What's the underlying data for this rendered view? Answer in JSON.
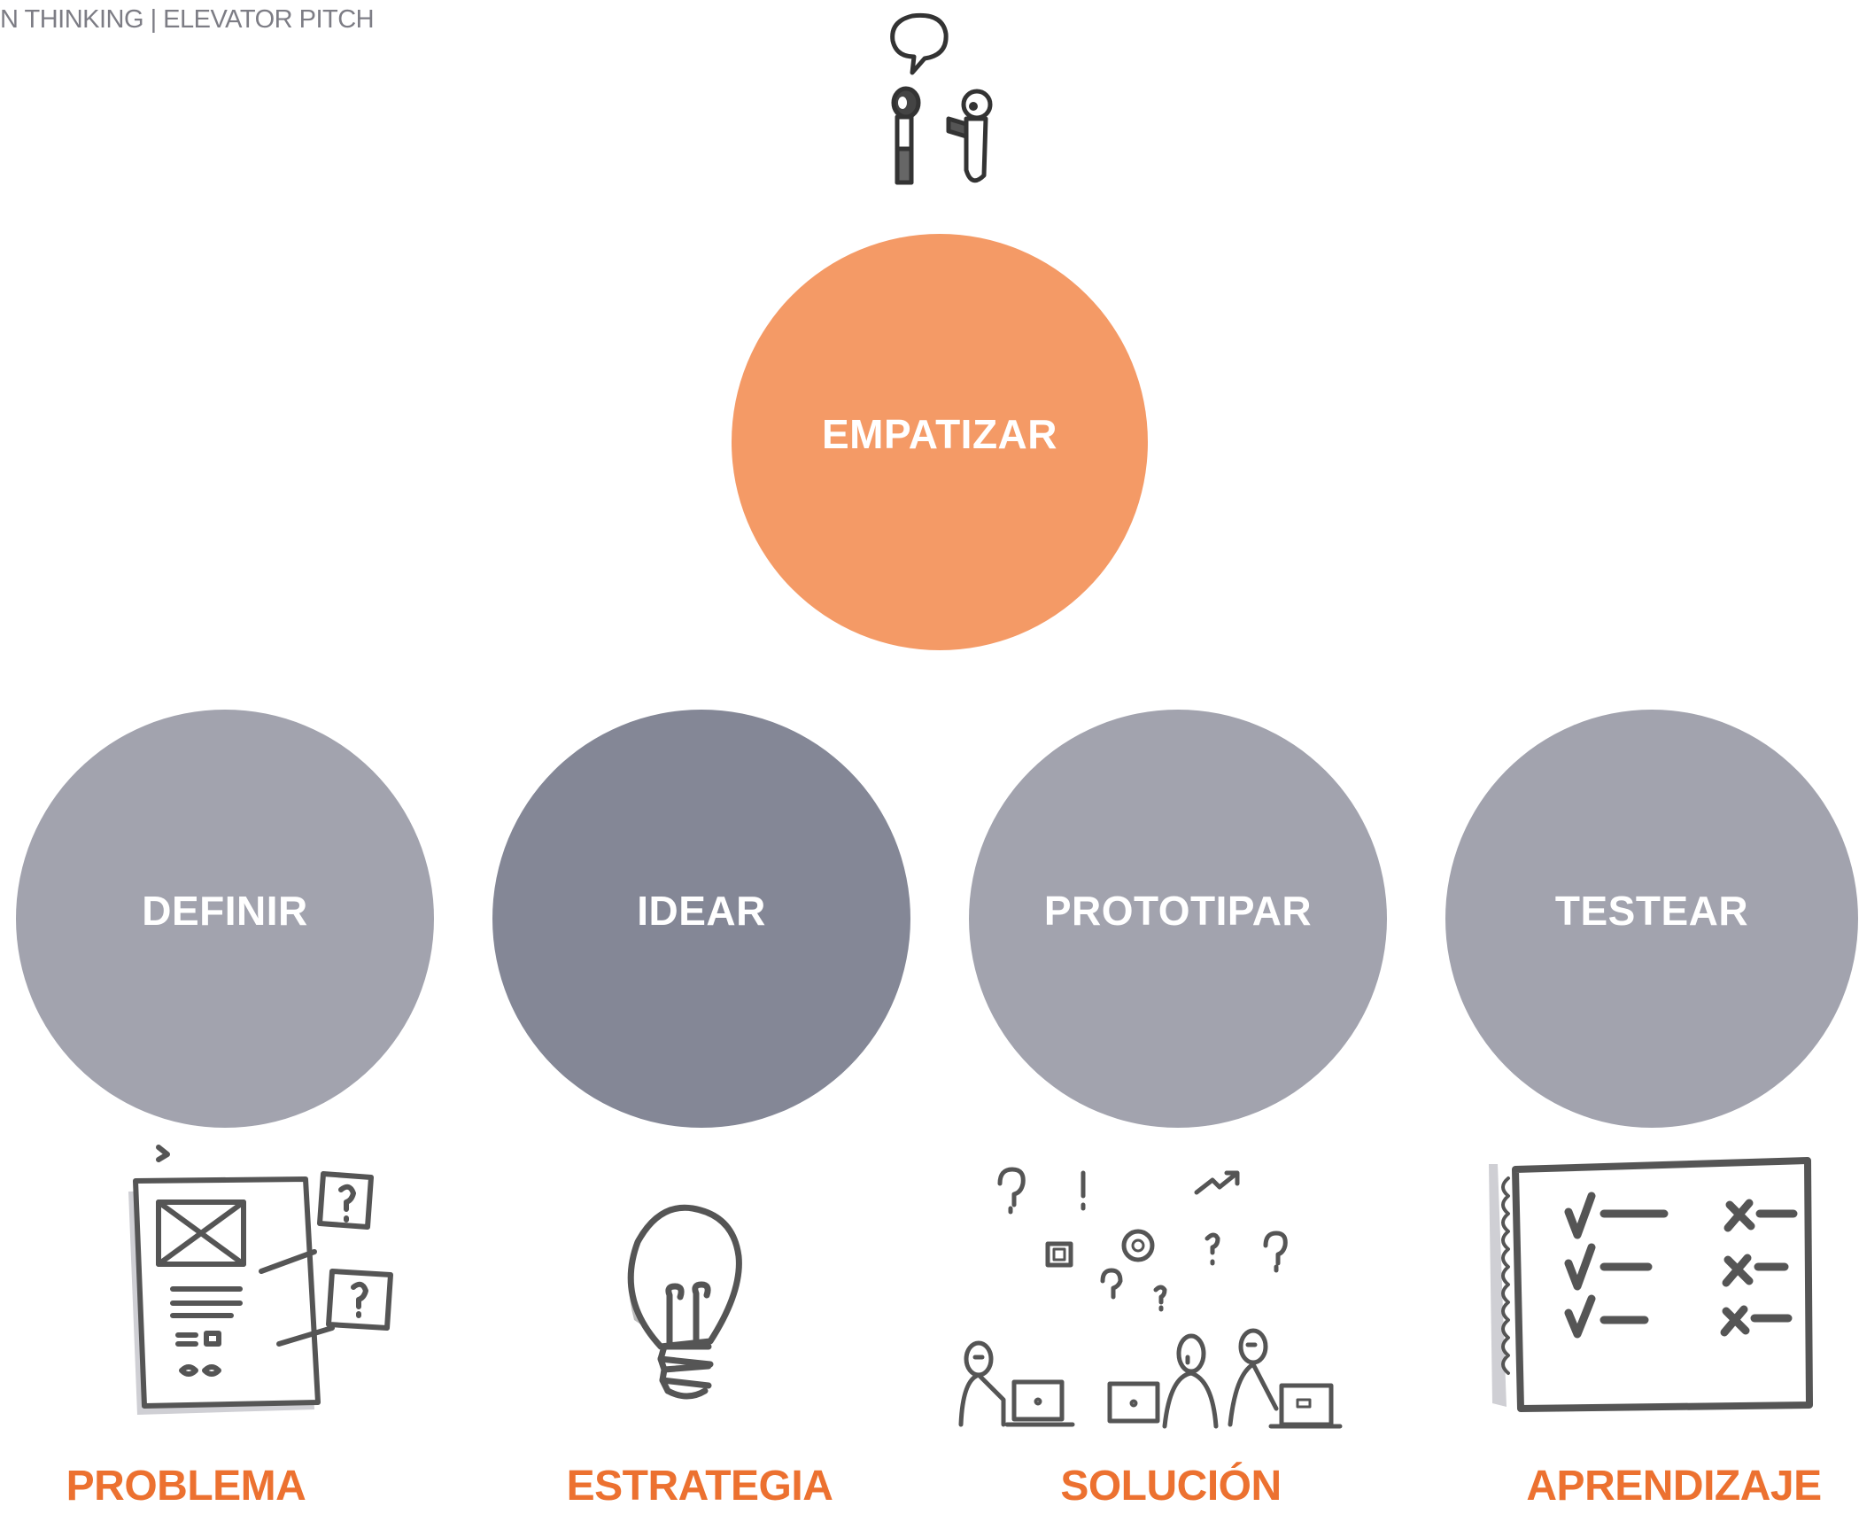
{
  "header": {
    "title": "N THINKING | ELEVATOR PITCH"
  },
  "colors": {
    "accent": "#F49A66",
    "outcome_text": "#EC7130",
    "circle_gray": "#A2A3AE",
    "circle_dark": "#848796",
    "sketch_stroke": "#555555"
  },
  "top_stage": {
    "label": "EMPATIZAR",
    "illustration": "two-people-talking-icon"
  },
  "stages": [
    {
      "label": "DEFINIR",
      "outcome": "PROBLEMA",
      "illustration": "wireframe-board-icon"
    },
    {
      "label": "IDEAR",
      "outcome": "ESTRATEGIA",
      "illustration": "lightbulb-icon"
    },
    {
      "label": "PROTOTIPAR",
      "outcome": "SOLUCIÓN",
      "illustration": "team-at-laptops-icon"
    },
    {
      "label": "TESTEAR",
      "outcome": "APRENDIZAJE",
      "illustration": "checklist-icon"
    }
  ]
}
